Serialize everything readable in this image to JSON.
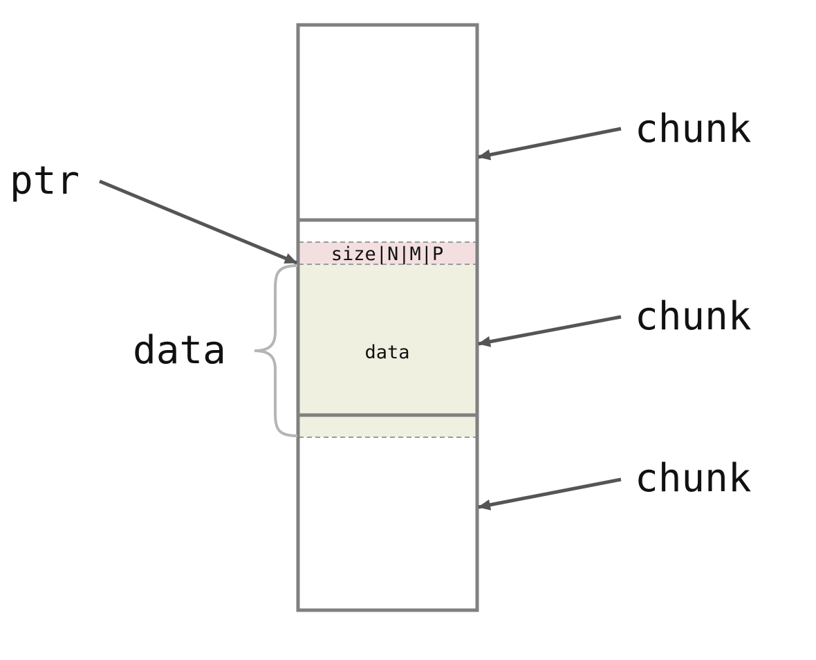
{
  "labels": {
    "ptr": "ptr",
    "data_brace": "data",
    "chunk_top": "chunk",
    "chunk_middle": "chunk",
    "chunk_bottom": "chunk",
    "header_fields": "size|N|M|P",
    "data_region": "data"
  },
  "colors": {
    "outline": "#808080",
    "arrow": "#555555",
    "header_fill": "#f4dfe0",
    "data_fill": "#eff0e0",
    "dashed": "#9a9a9a",
    "brace": "#b5b5b5"
  }
}
